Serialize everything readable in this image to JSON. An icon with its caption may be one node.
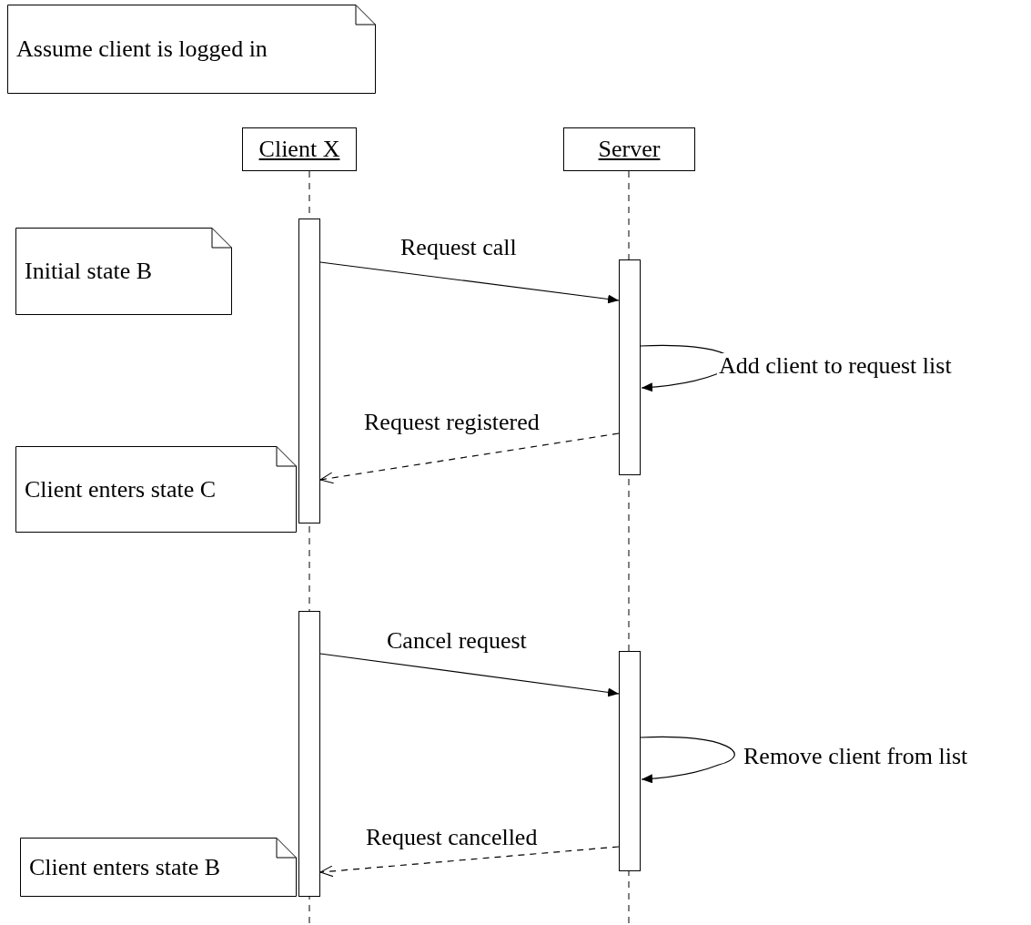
{
  "diagram": {
    "nodes": [
      {
        "text": [
          "Assume client is logged in"
        ]
      },
      {
        "text": [
          "Client X"
        ]
      },
      {
        "text": [
          "Server"
        ]
      },
      {
        "text": [
          "Initial state B"
        ]
      },
      {
        "text": [],
        "shape": "bar"
      },
      {
        "text": [],
        "shape": "bar"
      },
      {
        "text": [
          "Client enters state C"
        ]
      },
      {
        "text": [],
        "shape": "bar"
      },
      {
        "text": [],
        "shape": "bar"
      },
      {
        "text": [
          "Client enters state B"
        ]
      }
    ],
    "edges": [
      {
        "from": 4,
        "to": 5,
        "arrow": "to",
        "label": "Request call"
      },
      {
        "from": 5,
        "to": 5,
        "arrow": "to",
        "label": "Add client to request list"
      },
      {
        "from": 5,
        "to": 4,
        "arrow": "to",
        "label": "Request registered",
        "style": "dashed"
      },
      {
        "from": 7,
        "to": 8,
        "arrow": "to",
        "label": "Cancel request"
      },
      {
        "from": 8,
        "to": 8,
        "arrow": "to",
        "label": "Remove client from list"
      },
      {
        "from": 8,
        "to": 7,
        "arrow": "to",
        "label": "Request cancelled",
        "style": "dashed"
      }
    ]
  }
}
